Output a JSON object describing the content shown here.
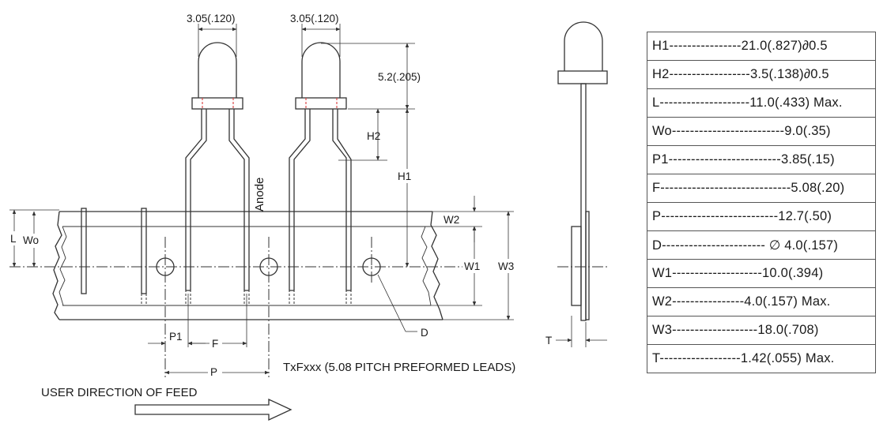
{
  "diagram": {
    "led_width_label": "3.05(.120)",
    "led_width_label_2": "3.05(.120)",
    "dome_height_label": "5.2(.205)",
    "h2_label": "H2",
    "h1_label": "H1",
    "anode_label": "Anode",
    "w2_label": "W2",
    "w1_label": "W1",
    "w3_label": "W3",
    "l_label": "L",
    "wo_label": "Wo",
    "d_label": "D",
    "p1_label": "P1",
    "f_label": "F",
    "p_label": "P",
    "t_label": "T",
    "caption": "TxFxxx (5.08 PITCH PREFORMED LEADS)",
    "feed_direction": "USER DIRECTION OF FEED"
  },
  "spec_table": [
    "H1----------------21.0(.827)∂0.5",
    "H2------------------3.5(.138)∂0.5",
    "L--------------------11.0(.433) Max.",
    "Wo-------------------------9.0(.35)",
    "P1-------------------------3.85(.15)",
    "F-----------------------------5.08(.20)",
    "P--------------------------12.7(.50)",
    "D----------------------- ∅ 4.0(.157)",
    "W1--------------------10.0(.394)",
    "W2----------------4.0(.157) Max.",
    "W3-------------------18.0(.708)",
    "T------------------1.42(.055) Max."
  ]
}
